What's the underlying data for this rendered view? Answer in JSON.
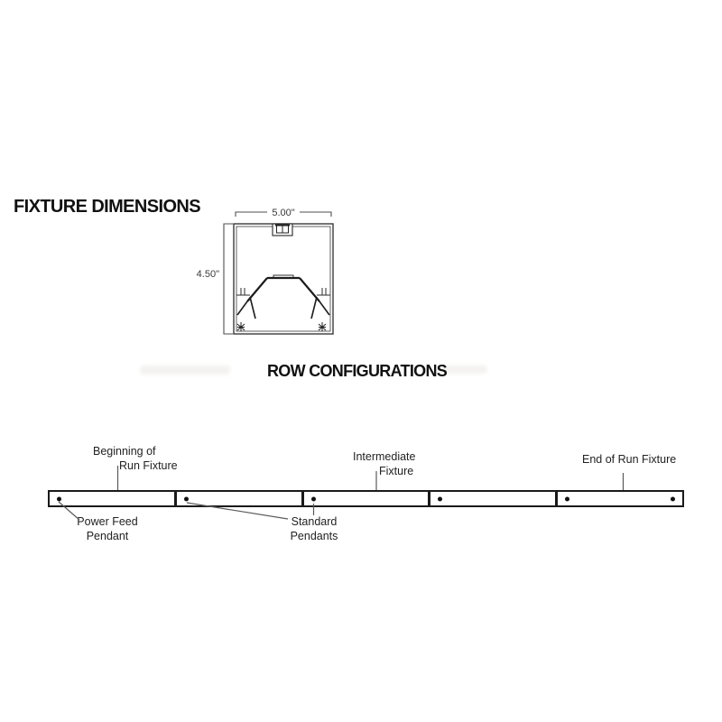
{
  "fixture_dimensions": {
    "title": "FIXTURE DIMENSIONS",
    "width_label": "5.00\"",
    "height_label": "4.50\""
  },
  "row_configurations": {
    "title": "ROW CONFIGURATIONS",
    "callouts": {
      "beginning_line1": "Beginning of",
      "beginning_line2": "Run Fixture",
      "intermediate_line1": "Intermediate",
      "intermediate_line2": "Fixture",
      "end": "End of Run Fixture",
      "power_feed_line1": "Power Feed",
      "power_feed_line2": "Pendant",
      "standard_line1": "Standard",
      "standard_line2": "Pendants"
    },
    "row": {
      "segments": [
        {
          "dots": [
            "left"
          ]
        },
        {
          "dots": [
            "left"
          ]
        },
        {
          "dots": [
            "left"
          ]
        },
        {
          "dots": [
            "left"
          ]
        },
        {
          "dots": [
            "left",
            "right"
          ]
        }
      ]
    }
  },
  "colors": {
    "ink": "#111111",
    "drawing_line": "#3a3a3a",
    "leader_line": "#5a5a5a",
    "label_text": "#222222",
    "background": "#ffffff"
  }
}
